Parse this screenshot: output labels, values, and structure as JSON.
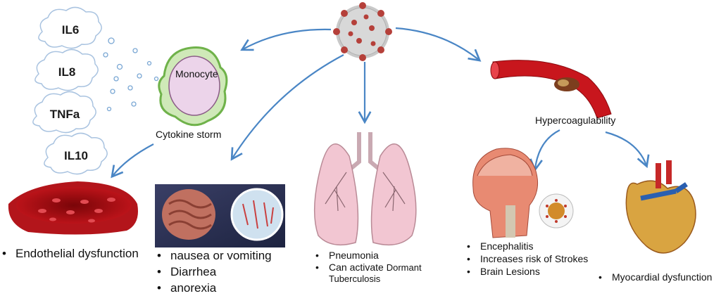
{
  "cytokines": [
    "IL6",
    "IL8",
    "TNFa",
    "IL10"
  ],
  "monocyte_label": "Monocyte",
  "cytokine_storm_label": "Cytokine storm",
  "hypercoagulability_label": "Hypercoagulability",
  "endothelial_items": [
    "Endothelial dysfunction"
  ],
  "gi_items": [
    "nausea or vomiting",
    "Diarrhea",
    "anorexia"
  ],
  "lung_items": [
    "Pneumonia",
    "Can activate"
  ],
  "lung_dormant": "Dormant",
  "lung_tuberculosis": "Tuberculosis",
  "brain_items": [
    "Encephalitis",
    "Increases risk of Strokes",
    "Brain Lesions"
  ],
  "heart_items": [
    "Myocardial dysfunction"
  ],
  "colors": {
    "arrow": "#4a86c5",
    "virus": "#b5403a",
    "lung": "#f2c6d2",
    "blood": "#c8161d",
    "monocyte": "#e9c9e8",
    "monocyte_outer": "#9ed27a"
  }
}
